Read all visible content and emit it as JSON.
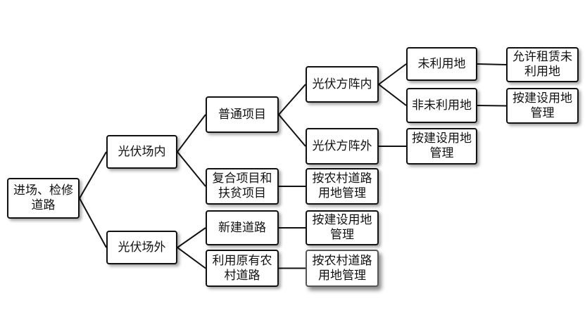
{
  "nodes": {
    "root": "进场、检修\n道路",
    "inside": "光伏场内",
    "outside": "光伏场外",
    "ordinary": "普通项目",
    "composite": "复合项目和\n扶贫项目",
    "new_road": "新建道路",
    "existing_road": "利用原有农\n村道路",
    "array_in": "光伏方阵内",
    "array_out": "光伏方阵外",
    "unused_land": "未利用地",
    "non_unused_land": "非未利用地",
    "lease": "允许租赁未\n利用地",
    "mgmt_construction_1": "按建设用地\n管理",
    "mgmt_construction_2": "按建设用地\n管理",
    "mgmt_construction_3": "按建设用地\n管理",
    "mgmt_rural_1": "按农村道路\n用地管理",
    "mgmt_rural_2": "按农村道路\n用地管理"
  },
  "colors": {
    "border": "#111111",
    "line": "#111111",
    "background": "#ffffff"
  }
}
